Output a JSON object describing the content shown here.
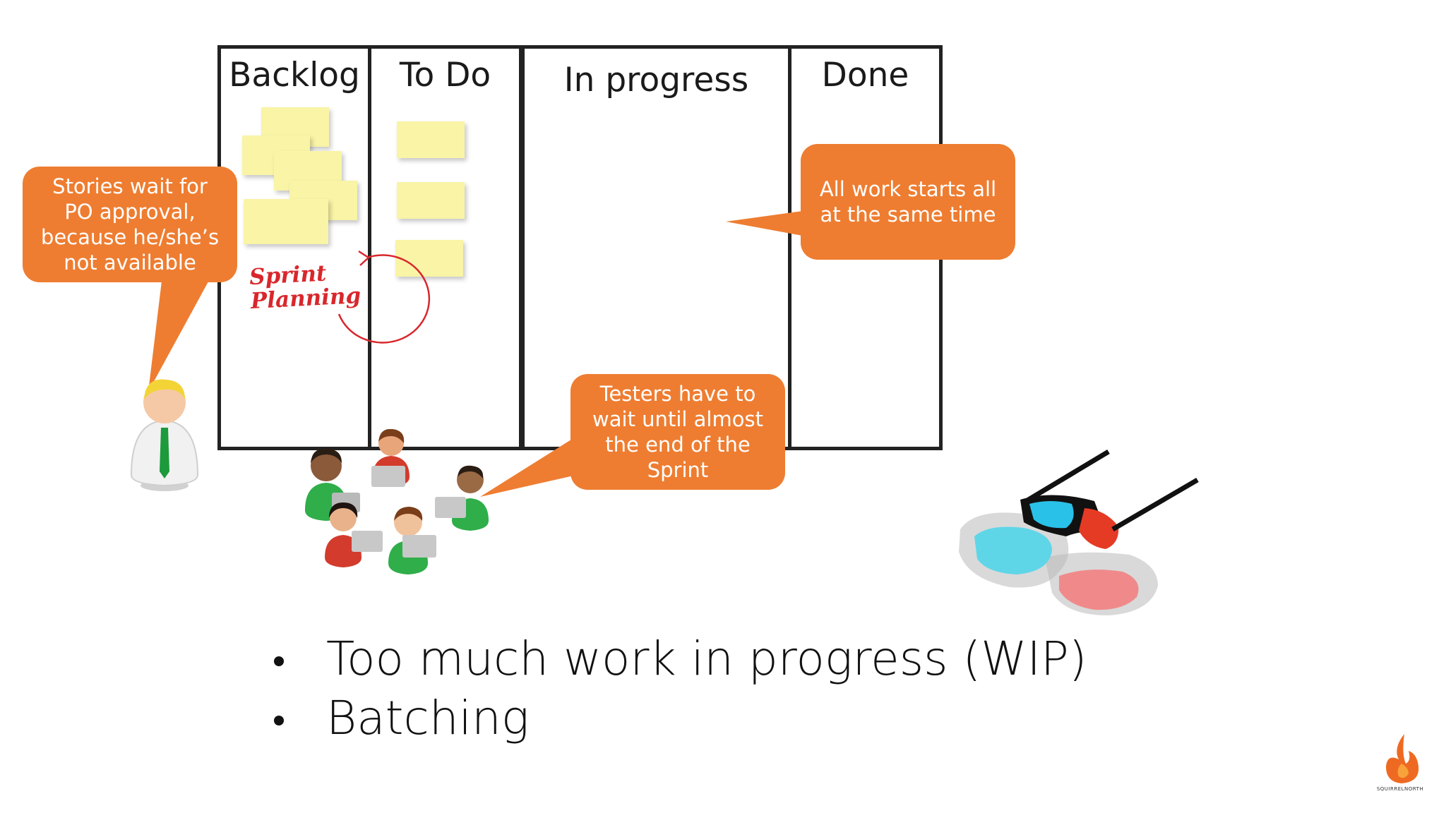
{
  "board": {
    "columns": [
      {
        "id": "backlog",
        "title": "Backlog"
      },
      {
        "id": "todo",
        "title": "To Do"
      },
      {
        "id": "inprogress",
        "title": "In progress"
      },
      {
        "id": "done",
        "title": "Done"
      }
    ]
  },
  "annotation": {
    "sprint_planning": "Sprint\nPlanning"
  },
  "callouts": {
    "po": "Stories wait for PO approval, because he/she’s not available",
    "work_starts": "All work starts all at the same time",
    "testers": "Testers have to wait until almost the end of the Sprint"
  },
  "bullets": [
    "Too much work in progress (WIP)",
    "Batching"
  ],
  "logo": {
    "name": "flame-logo",
    "wordmark": "SQUIRRELNORTH"
  },
  "colors": {
    "callout": "#ee7d31",
    "sticky": "#f9f4a6",
    "board_border": "#222222",
    "annotation": "#d8272c"
  }
}
